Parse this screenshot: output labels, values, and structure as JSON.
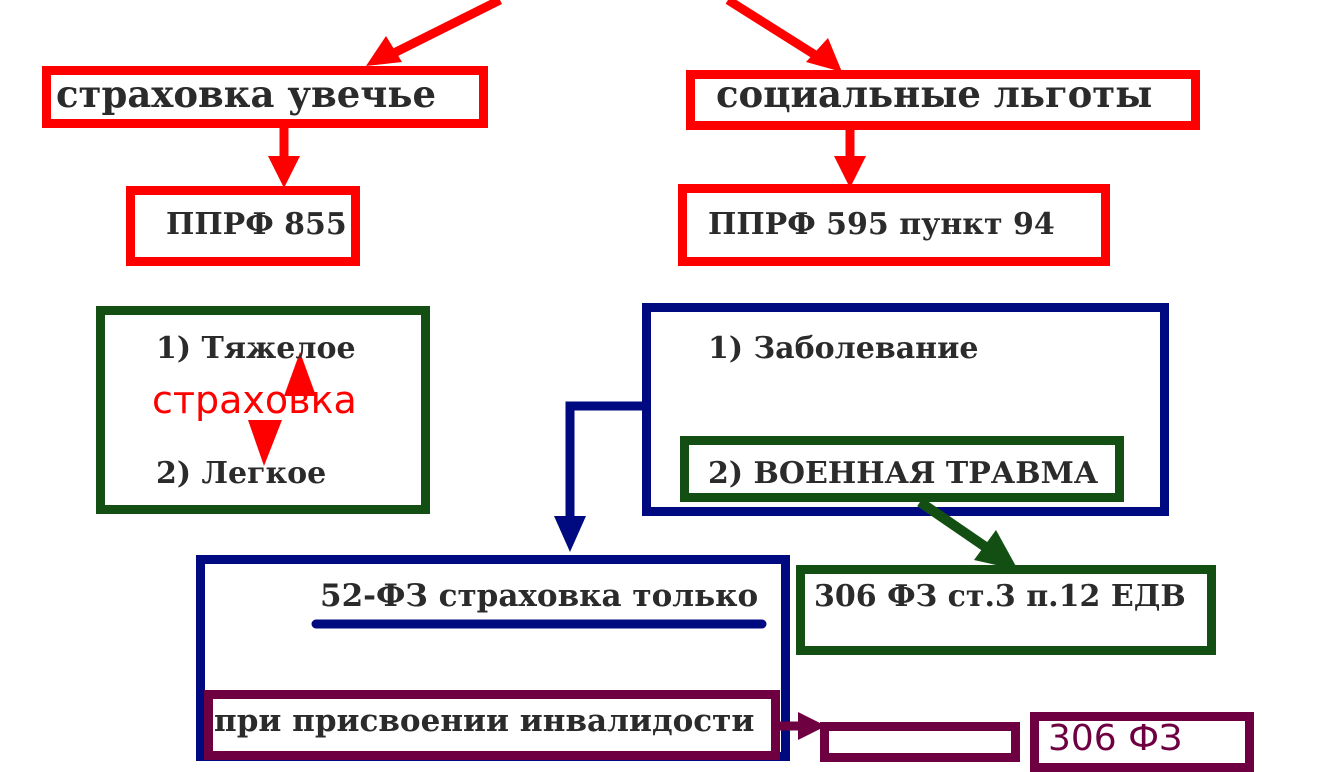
{
  "nodes": {
    "insurance_injury": "страховка увечье",
    "social_benefits": "социальные льготы",
    "pprf_855": "ППРФ 855",
    "pprf_595": "ППРФ 595  пункт 94",
    "severe": "1)  Тяжелое",
    "light": "2)  Легкое",
    "insurance_handwritten": "страховка",
    "illness": "1) Заболевание",
    "military_trauma": "2) ВОЕННАЯ ТРАВМА",
    "fz52": "52-ФЗ страховка только",
    "fz306_edv": "306 ФЗ ст.3 п.12  ЕДВ",
    "disability": "при присвоении инвалидости",
    "fz306_partial": "306 ФЗ"
  },
  "colors": {
    "red": "#ff0000",
    "green": "#134f13",
    "navy": "#000a80",
    "plum": "#6e0042",
    "text": "#2b2b2b"
  }
}
